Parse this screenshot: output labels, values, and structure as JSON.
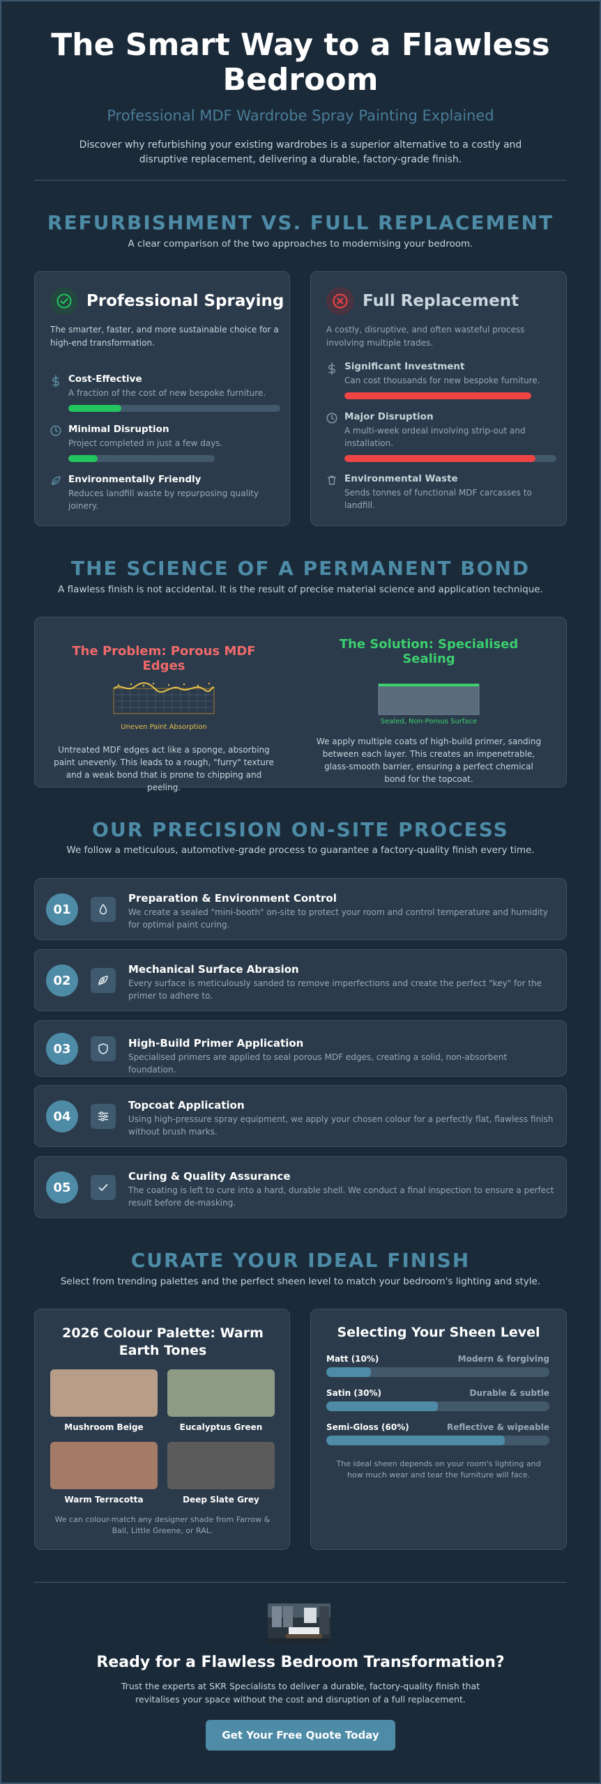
{
  "hero": {
    "title": "The Smart Way to a Flawless Bedroom",
    "subtitle": "Professional MDF Wardrobe Spray Painting Explained",
    "intro": "Discover why refurbishing your existing wardrobes is a superior alternative to a costly and disruptive replacement, delivering a durable, factory-grade finish."
  },
  "comparison": {
    "title": "REFURBISHMENT VS. FULL REPLACEMENT",
    "subtitle": "A clear comparison of the two approaches to modernising your bedroom.",
    "spraying": {
      "title": "Professional Spraying",
      "icon": "check-circle-icon",
      "description": "The smarter, faster, and more sustainable choice for a high-end transformation.",
      "features": [
        {
          "title": "Cost-Effective",
          "desc": "A fraction of the cost of new bespoke furniture.",
          "icon": "dollar-icon",
          "bar": 0.25
        },
        {
          "title": "Minimal Disruption",
          "desc": "Project completed in just a few days.",
          "icon": "clock-icon",
          "bar": 0.2
        },
        {
          "title": "Environmentally Friendly",
          "desc": "Reduces landfill waste by repurposing quality joinery.",
          "icon": "leaf-icon"
        }
      ]
    },
    "replacement": {
      "title": "Full Replacement",
      "icon": "x-circle-icon",
      "description": "A costly, disruptive, and often wasteful process involving multiple trades.",
      "features": [
        {
          "title": "Significant Investment",
          "desc": "Can cost thousands for new bespoke furniture.",
          "icon": "dollar-icon",
          "bar": 1.0
        },
        {
          "title": "Major Disruption",
          "desc": "A multi-week ordeal involving strip-out and installation.",
          "icon": "clock-icon",
          "bar": 0.9
        },
        {
          "title": "Environmental Waste",
          "desc": "Sends tonnes of functional MDF carcasses to landfill.",
          "icon": "trash-icon"
        }
      ]
    }
  },
  "science": {
    "title": "THE SCIENCE OF A PERMANENT BOND",
    "subtitle": "A flawless finish is not accidental. It is the result of precise material science and application technique.",
    "problem": {
      "title": "The Problem: Porous MDF Edges",
      "caption": "Uneven Paint Absorption",
      "text": "Untreated MDF edges act like a sponge, absorbing paint unevenly. This leads to a rough, \"furry\" texture and a weak bond that is prone to chipping and peeling."
    },
    "solution": {
      "title": "The Solution: Specialised Sealing",
      "caption": "Sealed, Non-Porous Surface",
      "text": "We apply multiple coats of high-build primer, sanding between each layer. This creates an impenetrable, glass-smooth barrier, ensuring a perfect chemical bond for the topcoat."
    }
  },
  "process": {
    "title": "OUR PRECISION ON-SITE PROCESS",
    "subtitle": "We follow a meticulous, automotive-grade process to guarantee a factory-quality finish every time.",
    "steps": [
      {
        "num": "01",
        "icon": "droplet-icon",
        "title": "Preparation & Environment Control",
        "desc": "We create a sealed \"mini-booth\" on-site to protect your room and control temperature and humidity for optimal paint curing."
      },
      {
        "num": "02",
        "icon": "feather-icon",
        "title": "Mechanical Surface Abrasion",
        "desc": "Every surface is meticulously sanded to remove imperfections and create the perfect \"key\" for the primer to adhere to."
      },
      {
        "num": "03",
        "icon": "shield-icon",
        "title": "High-Build Primer Application",
        "desc": "Specialised primers are applied to seal porous MDF edges, creating a solid, non-absorbent foundation."
      },
      {
        "num": "04",
        "icon": "sliders-icon",
        "title": "Topcoat Application",
        "desc": "Using high-pressure spray equipment, we apply your chosen colour for a perfectly flat, flawless finish without brush marks."
      },
      {
        "num": "05",
        "icon": "check-icon",
        "title": "Curing & Quality Assurance",
        "desc": "The coating is left to cure into a hard, durable shell. We conduct a final inspection to ensure a perfect result before de-masking."
      }
    ]
  },
  "finish": {
    "title": "CURATE YOUR IDEAL FINISH",
    "subtitle": "Select from trending palettes and the perfect sheen level to match your bedroom's lighting and style.",
    "palette": {
      "title": "2026 Colour Palette: Warm Earth Tones",
      "swatches": [
        {
          "name": "Mushroom Beige",
          "color": "#b89e89"
        },
        {
          "name": "Eucalyptus Green",
          "color": "#8e9c85"
        },
        {
          "name": "Warm Terracotta",
          "color": "#a37b66"
        },
        {
          "name": "Deep Slate Grey",
          "color": "#5b5b5b"
        }
      ],
      "note": "We can colour-match any designer shade from Farrow & Ball, Little Greene, or RAL."
    },
    "sheen": {
      "title": "Selecting Your Sheen Level",
      "levels": [
        {
          "name": "Matt (10%)",
          "desc": "Modern & forgiving",
          "value": 0.2
        },
        {
          "name": "Satin (30%)",
          "desc": "Durable & subtle",
          "value": 0.5
        },
        {
          "name": "Semi-Gloss (60%)",
          "desc": "Reflective & wipeable",
          "value": 0.8
        }
      ],
      "note": "The ideal sheen depends on your room's lighting and how much wear and tear the furniture will face."
    }
  },
  "cta": {
    "title": "Ready for a Flawless Bedroom Transformation?",
    "text": "Trust the experts at SKR Specialists to deliver a durable, factory-quality finish that revitalises your space without the cost and disruption of a full replacement.",
    "button": "Get Your Free Quote Today"
  },
  "colors": {
    "accent": "#4d8ba6",
    "good": "#22c55e",
    "bad": "#ef4444",
    "problem": "#f06a6a",
    "solution": "#3ccf6e"
  }
}
